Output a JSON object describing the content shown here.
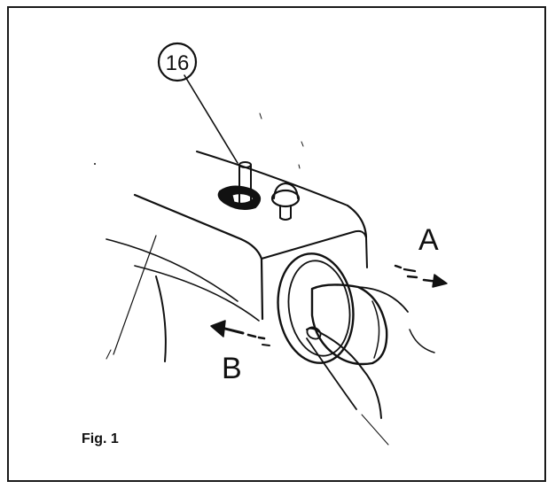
{
  "callout": {
    "number": "16"
  },
  "labels": {
    "a": "A",
    "b": "B"
  },
  "caption": "Fig. 1",
  "colors": {
    "ink": "#111111",
    "paper": "#ffffff"
  }
}
